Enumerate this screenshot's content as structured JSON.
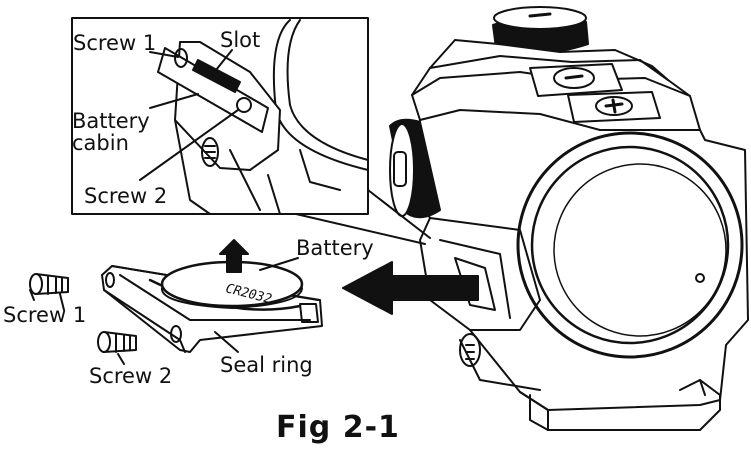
{
  "labels": {
    "inset_screw1": "Screw 1",
    "inset_slot": "Slot",
    "inset_battery_cabin": "Battery\ncabin",
    "inset_screw2": "Screw 2",
    "battery": "Battery",
    "screw1": "Screw 1",
    "screw2": "Screw 2",
    "seal_ring": "Seal ring"
  },
  "caption": "Fig 2-1",
  "battery_marking": "CR2032",
  "colors": {
    "line": "#111111",
    "background": "#ffffff",
    "arrow": "#111111"
  }
}
